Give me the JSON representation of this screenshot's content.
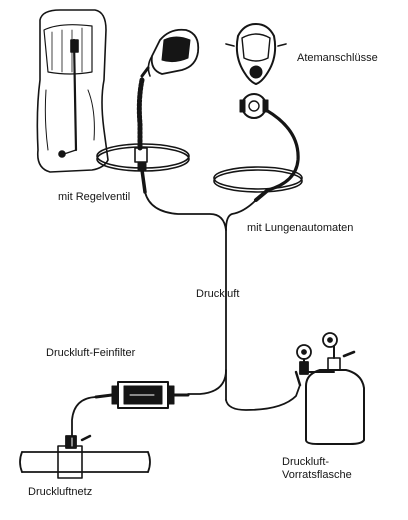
{
  "labels": {
    "atemanschluesse": "Atemanschlüsse",
    "regelventil": "mit Regelventil",
    "lungenautomaten": "mit Lungenautomaten",
    "druckluft": "Druckluft",
    "feinfilter": "Druckluft-Feinfilter",
    "vorratsflasche_line1": "Druckluft-",
    "vorratsflasche_line2": "Vorratsflasche",
    "druckluftnetz": "Druckluftnetz"
  },
  "colors": {
    "ink": "#151515",
    "background": "#ffffff"
  },
  "icons": [
    "hood-suit-icon",
    "half-mask-helmet-icon",
    "full-face-mask-icon",
    "lung-demand-valve-icon",
    "regulator-valve-icon",
    "belt-icon",
    "fine-filter-icon",
    "gas-cylinder-icon",
    "pressure-gauge-icon",
    "compressed-air-pipe-icon"
  ]
}
